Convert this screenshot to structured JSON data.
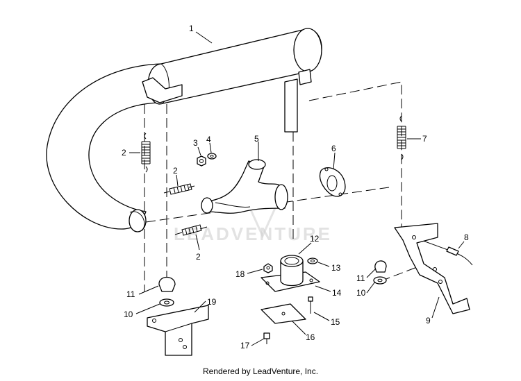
{
  "watermark": {
    "text": "LEADVENTURE"
  },
  "footer": {
    "text": "Rendered by LeadVenture, Inc."
  },
  "callouts": {
    "c1": "1",
    "c2a": "2",
    "c2b": "2",
    "c2c": "2",
    "c3": "3",
    "c4": "4",
    "c5": "5",
    "c6": "6",
    "c7": "7",
    "c8": "8",
    "c9": "9",
    "c10a": "10",
    "c10b": "10",
    "c11a": "11",
    "c11b": "11",
    "c12": "12",
    "c13": "13",
    "c14": "14",
    "c15": "15",
    "c16": "16",
    "c17": "17",
    "c18": "18",
    "c19": "19"
  }
}
